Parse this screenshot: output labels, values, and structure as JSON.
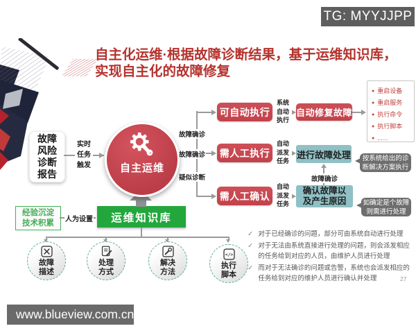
{
  "colors": {
    "accent_red": "#c2424b",
    "title_red": "#b5322d",
    "green": "#23a73c",
    "teal": "#8fc0c5",
    "bubble_gray": "#6e6e6e",
    "badge_gray": "#5e5e5e",
    "footer_gray": "#6a6a6a"
  },
  "badge": {
    "label": "TG: MYYJJPP"
  },
  "title": {
    "line1": "自主化运维·根据故障诊断结果，基于运维知识库，",
    "line2": "实现自主化的故障修复"
  },
  "diagram": {
    "report_box": {
      "lines": [
        "故障",
        "风险",
        "诊断",
        "报告"
      ]
    },
    "trigger_labels": [
      "实时",
      "任务",
      "触发"
    ],
    "center_circle_label": "自主运维",
    "branch_labels": [
      "故障确诊",
      "故障确诊",
      "疑似诊断"
    ],
    "decision_boxes": [
      "可自动执行",
      "需人工执行",
      "需人工确认"
    ],
    "mid_labels": [
      [
        "系统",
        "自动",
        "执行"
      ],
      [
        "自动",
        "派发",
        "任务"
      ],
      [
        "自动",
        "派发",
        "任务"
      ]
    ],
    "auto_fix_box": "自动修复故障",
    "handle_box": "进行故障处理",
    "confirm_box": {
      "line1": "确认故障以",
      "line2": "及产生原因"
    },
    "confirm_arrow_label": "故障确诊",
    "action_list": [
      "重启设备",
      "重启服务",
      "执行命令",
      "执行脚本",
      "......"
    ],
    "bubble1": {
      "line1": "按系统给出的诊",
      "line2": "断解决方案执行"
    },
    "bubble2": {
      "line1": "如确定是个故障",
      "line2": "则需进行处理"
    },
    "experience_box": {
      "line1": "经验沉淀",
      "line2": "技术积累"
    },
    "manual_label": "人为设置",
    "knowledge_base_label": "运维知识库",
    "kb_items": [
      {
        "line1": "故障",
        "line2": "描述"
      },
      {
        "line1": "处理",
        "line2": "方式"
      },
      {
        "line1": "解决",
        "line2": "方法"
      },
      {
        "line1": "执行",
        "line2": "脚本"
      }
    ]
  },
  "notes": {
    "check_glyph": "✓",
    "items": [
      "对于已经确诊的问题，部分可由系统自动进行处理",
      "对于无法由系统直接进行处理的问题，则会派发相应的任务给到对应的人员，由维护人员进行处理",
      "而对于无法确诊的问题或告警，系统也会派发相应的任务给到对应的维护人员进行确认并处理"
    ]
  },
  "page_number": "27",
  "footer": {
    "url": "www.blueview.com.cn"
  }
}
